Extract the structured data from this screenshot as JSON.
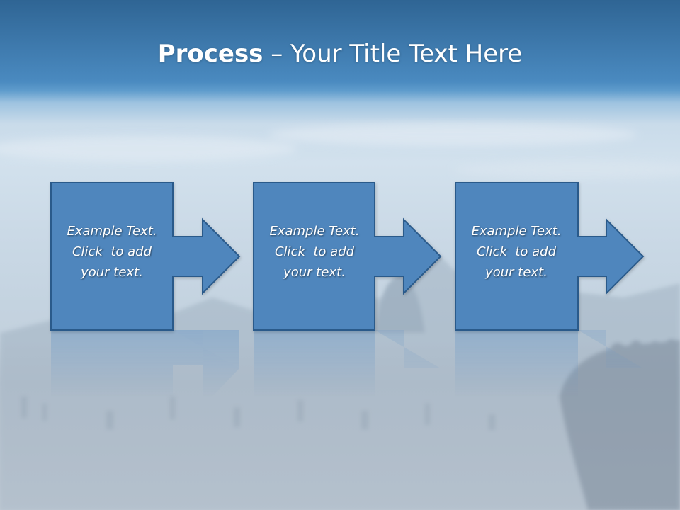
{
  "slide": {
    "title_bold": "Process",
    "title_rest": " – Your Title Text Here"
  },
  "steps": [
    {
      "line1": "Example Text.",
      "line2": "Click  to add",
      "line3": "your text."
    },
    {
      "line1": "Example Text.",
      "line2": "Click  to add",
      "line3": "your text."
    },
    {
      "line1": "Example Text.",
      "line2": "Click  to add",
      "line3": "your text."
    }
  ],
  "colors": {
    "box_fill": "#4f86bd",
    "box_stroke": "#2a5a8a",
    "title_text": "#ffffff",
    "body_text": "#ffffff"
  }
}
